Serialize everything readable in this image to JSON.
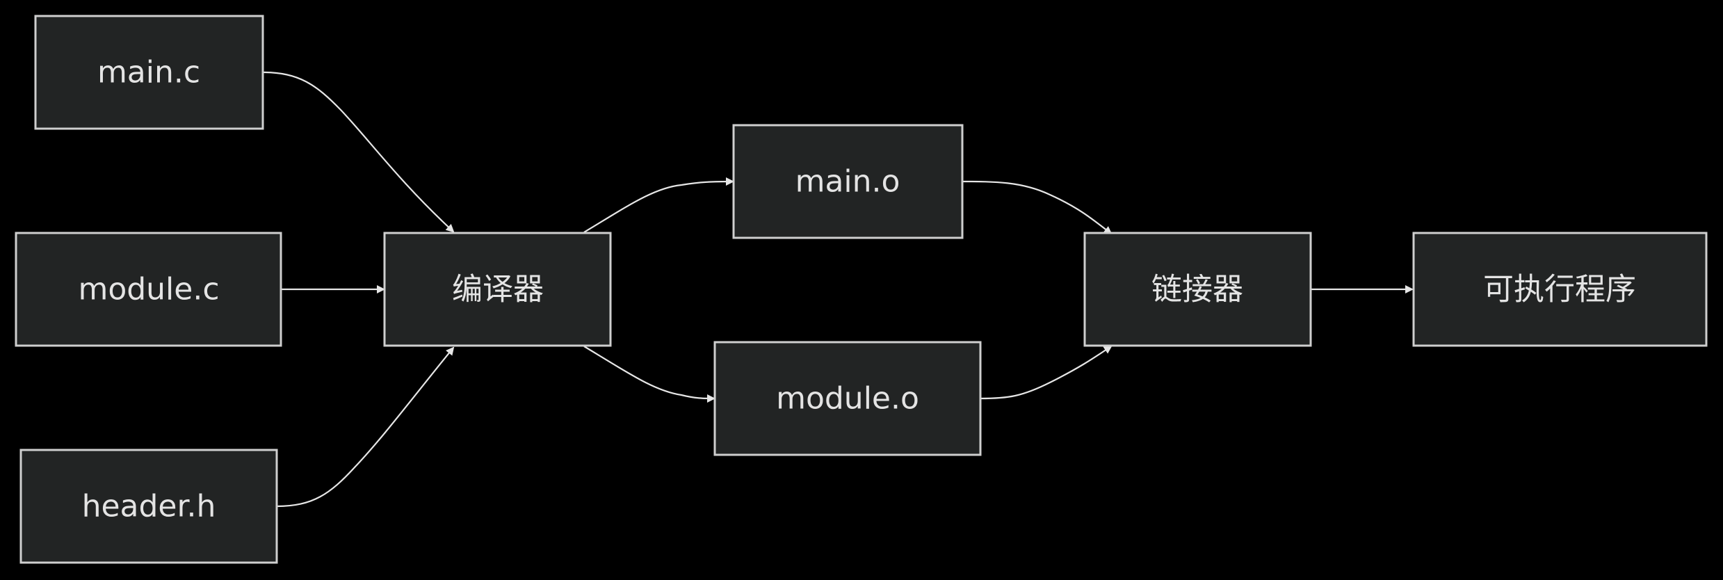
{
  "diagram": {
    "type": "flowchart",
    "direction": "left-to-right",
    "colors": {
      "background": "#000000",
      "node_fill": "#222424",
      "node_border": "#cfcfcf",
      "text": "#e4e4e4",
      "edge": "#e6e6e6"
    },
    "nodes": {
      "main_c": {
        "label": "main.c"
      },
      "module_c": {
        "label": "module.c"
      },
      "header_h": {
        "label": "header.h"
      },
      "compiler": {
        "label": "编译器"
      },
      "main_o": {
        "label": "main.o"
      },
      "module_o": {
        "label": "module.o"
      },
      "linker": {
        "label": "链接器"
      },
      "executable": {
        "label": "可执行程序"
      }
    },
    "edges": [
      {
        "from": "main_c",
        "to": "compiler"
      },
      {
        "from": "module_c",
        "to": "compiler"
      },
      {
        "from": "header_h",
        "to": "compiler"
      },
      {
        "from": "compiler",
        "to": "main_o"
      },
      {
        "from": "compiler",
        "to": "module_o"
      },
      {
        "from": "main_o",
        "to": "linker"
      },
      {
        "from": "module_o",
        "to": "linker"
      },
      {
        "from": "linker",
        "to": "executable"
      }
    ]
  }
}
